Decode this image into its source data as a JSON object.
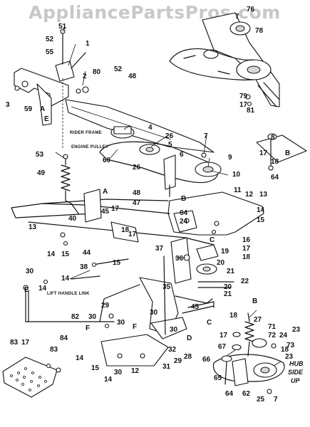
{
  "watermark": "AppliancePartsPros.com",
  "captions": {
    "rider_frame": "RIDER FRAME",
    "engine_pulley": "ENGINE PULLEY",
    "lift_handle_link": "LIFT HANDLE LINK",
    "hub_line1": "HUB",
    "hub_line2": "SIDE",
    "hub_line3": "UP"
  },
  "callouts": [
    {
      "id": "c76",
      "text": "76"
    },
    {
      "id": "c7a",
      "text": "7"
    },
    {
      "id": "c78",
      "text": "78"
    },
    {
      "id": "c79",
      "text": "79"
    },
    {
      "id": "c17a",
      "text": "17"
    },
    {
      "id": "c81",
      "text": "81"
    },
    {
      "id": "c51",
      "text": "51"
    },
    {
      "id": "c52a",
      "text": "52"
    },
    {
      "id": "c55",
      "text": "55"
    },
    {
      "id": "c1",
      "text": "1"
    },
    {
      "id": "c2",
      "text": "2"
    },
    {
      "id": "c80",
      "text": "80"
    },
    {
      "id": "c52b",
      "text": "52"
    },
    {
      "id": "c48a",
      "text": "48"
    },
    {
      "id": "c3",
      "text": "3"
    },
    {
      "id": "c59",
      "text": "59"
    },
    {
      "id": "c4",
      "text": "4"
    },
    {
      "id": "c26a",
      "text": "26"
    },
    {
      "id": "c5",
      "text": "5"
    },
    {
      "id": "c6",
      "text": "6"
    },
    {
      "id": "c7b",
      "text": "7"
    },
    {
      "id": "c9",
      "text": "9"
    },
    {
      "id": "c53",
      "text": "53"
    },
    {
      "id": "c60",
      "text": "60"
    },
    {
      "id": "c49",
      "text": "49"
    },
    {
      "id": "c26b",
      "text": "26"
    },
    {
      "id": "c10",
      "text": "10"
    },
    {
      "id": "c11",
      "text": "11"
    },
    {
      "id": "c12a",
      "text": "12"
    },
    {
      "id": "c13a",
      "text": "13"
    },
    {
      "id": "c14a",
      "text": "14"
    },
    {
      "id": "c15a",
      "text": "15"
    },
    {
      "id": "c40",
      "text": "40"
    },
    {
      "id": "c48b",
      "text": "48"
    },
    {
      "id": "c47",
      "text": "47"
    },
    {
      "id": "c64a",
      "text": "64"
    },
    {
      "id": "c24",
      "text": "24"
    },
    {
      "id": "c45a",
      "text": "45"
    },
    {
      "id": "c17b",
      "text": "17"
    },
    {
      "id": "c18a",
      "text": "18"
    },
    {
      "id": "c17c",
      "text": "17"
    },
    {
      "id": "c13b",
      "text": "13"
    },
    {
      "id": "c16",
      "text": "16"
    },
    {
      "id": "c17d",
      "text": "17"
    },
    {
      "id": "c18b",
      "text": "18"
    },
    {
      "id": "c44",
      "text": "44"
    },
    {
      "id": "c14b",
      "text": "14"
    },
    {
      "id": "c15b",
      "text": "15"
    },
    {
      "id": "c37",
      "text": "37"
    },
    {
      "id": "c36",
      "text": "36"
    },
    {
      "id": "c19",
      "text": "19"
    },
    {
      "id": "c20a",
      "text": "20"
    },
    {
      "id": "c21a",
      "text": "21"
    },
    {
      "id": "c22",
      "text": "22"
    },
    {
      "id": "c20b",
      "text": "20"
    },
    {
      "id": "c21b",
      "text": "21"
    },
    {
      "id": "c15c",
      "text": "15"
    },
    {
      "id": "c38",
      "text": "38"
    },
    {
      "id": "c14c",
      "text": "14"
    },
    {
      "id": "c30a",
      "text": "30"
    },
    {
      "id": "c14d",
      "text": "14"
    },
    {
      "id": "c35",
      "text": "35"
    },
    {
      "id": "c45b",
      "text": "45"
    },
    {
      "id": "c82",
      "text": "82"
    },
    {
      "id": "c29a",
      "text": "29"
    },
    {
      "id": "c30b",
      "text": "30"
    },
    {
      "id": "c30c",
      "text": "30"
    },
    {
      "id": "c30d",
      "text": "30"
    },
    {
      "id": "c30e",
      "text": "30"
    },
    {
      "id": "c32",
      "text": "32"
    },
    {
      "id": "c28",
      "text": "28"
    },
    {
      "id": "c29b",
      "text": "29"
    },
    {
      "id": "c31",
      "text": "31"
    },
    {
      "id": "c27",
      "text": "27"
    },
    {
      "id": "c71",
      "text": "71"
    },
    {
      "id": "c18c",
      "text": "18"
    },
    {
      "id": "c72",
      "text": "72"
    },
    {
      "id": "c24b",
      "text": "24"
    },
    {
      "id": "c23a",
      "text": "23"
    },
    {
      "id": "c17e",
      "text": "17"
    },
    {
      "id": "c73",
      "text": "73"
    },
    {
      "id": "c67",
      "text": "67"
    },
    {
      "id": "c18d",
      "text": "18"
    },
    {
      "id": "c23b",
      "text": "23"
    },
    {
      "id": "c66",
      "text": "66"
    },
    {
      "id": "c65",
      "text": "65"
    },
    {
      "id": "c64b",
      "text": "64"
    },
    {
      "id": "c62",
      "text": "62"
    },
    {
      "id": "c25",
      "text": "25"
    },
    {
      "id": "c7c",
      "text": "7"
    },
    {
      "id": "c83a",
      "text": "83"
    },
    {
      "id": "c17f",
      "text": "17"
    },
    {
      "id": "c84",
      "text": "84"
    },
    {
      "id": "c83b",
      "text": "83"
    },
    {
      "id": "c14e",
      "text": "14"
    },
    {
      "id": "c15d",
      "text": "15"
    },
    {
      "id": "c14f",
      "text": "14"
    },
    {
      "id": "c30f",
      "text": "30"
    },
    {
      "id": "c12b",
      "text": "12"
    },
    {
      "id": "c17g",
      "text": "17"
    },
    {
      "id": "c18e",
      "text": "18"
    },
    {
      "id": "c8",
      "text": "8"
    },
    {
      "id": "c64c",
      "text": "64"
    }
  ],
  "letters": [
    {
      "id": "lA1",
      "text": "A"
    },
    {
      "id": "lE1",
      "text": "E"
    },
    {
      "id": "lA2",
      "text": "A"
    },
    {
      "id": "lB1",
      "text": "B"
    },
    {
      "id": "lC1",
      "text": "C"
    },
    {
      "id": "lB2",
      "text": "B"
    },
    {
      "id": "lE2",
      "text": "E"
    },
    {
      "id": "lF1",
      "text": "F"
    },
    {
      "id": "lF2",
      "text": "F"
    },
    {
      "id": "lD1",
      "text": "D"
    },
    {
      "id": "lC2",
      "text": "C"
    },
    {
      "id": "lB3",
      "text": "B"
    }
  ]
}
